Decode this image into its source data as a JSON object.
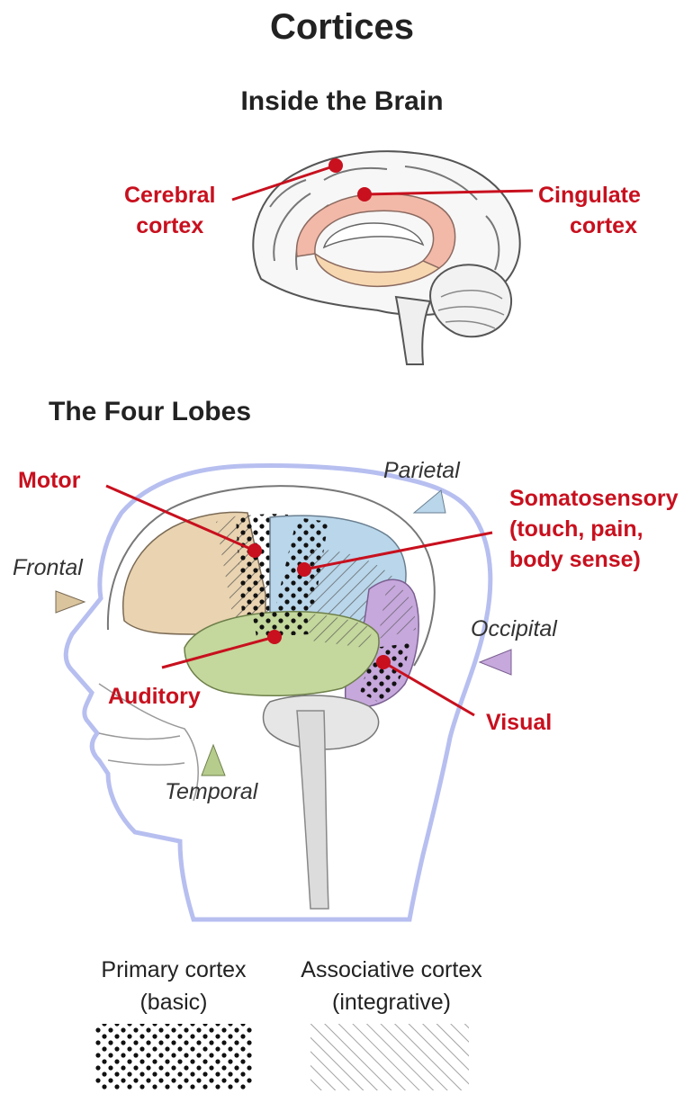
{
  "title": "Cortices",
  "inside_brain": {
    "heading": "Inside the Brain",
    "labels": {
      "cerebral_line1": "Cerebral",
      "cerebral_line2": "cortex",
      "cingulate_line1": "Cingulate",
      "cingulate_line2": "cortex"
    }
  },
  "four_lobes": {
    "heading": "The Four Lobes",
    "lobes": {
      "frontal": "Frontal",
      "parietal": "Parietal",
      "occipital": "Occipital",
      "temporal": "Temporal"
    },
    "areas": {
      "motor": "Motor",
      "somatosensory_line1": "Somatosensory",
      "somatosensory_line2": "(touch, pain,",
      "somatosensory_line3": "body sense)",
      "auditory": "Auditory",
      "visual": "Visual"
    }
  },
  "legend": {
    "primary_line1": "Primary cortex",
    "primary_line2": "(basic)",
    "associative_line1": "Associative cortex",
    "associative_line2": "(integrative)"
  },
  "colors": {
    "label_red": "#c8101e",
    "frontal": "#e9d3b0",
    "parietal": "#b9d6ea",
    "occipital": "#c6a8dc",
    "temporal": "#c4d79c",
    "cingulate": "#f2b8a8",
    "cingulate_lower": "#f6d7b0",
    "head_outline": "#b7bff0"
  }
}
